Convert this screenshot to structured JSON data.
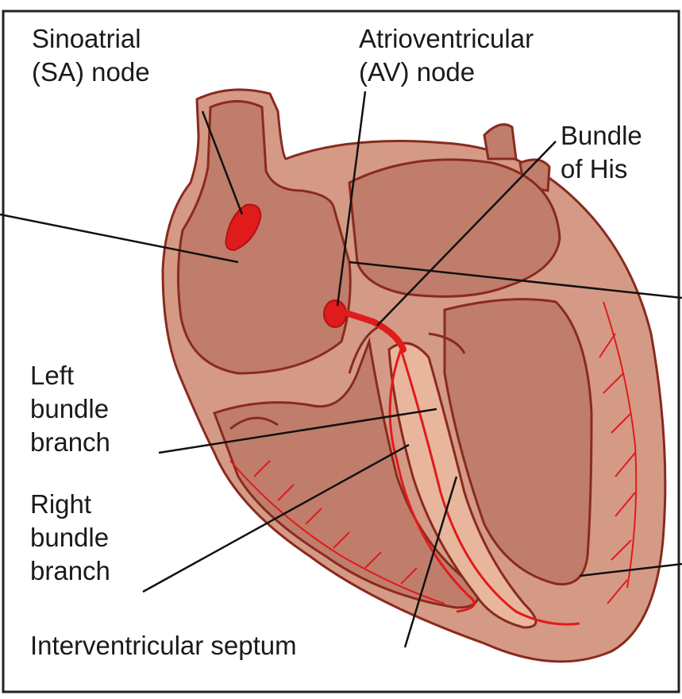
{
  "colors": {
    "tissue": "#d49a86",
    "chamber": "#c07d6b",
    "septum_light": "#e8b69c",
    "outline": "#8a2a1e",
    "conduction": "#e01b1b",
    "leader": "#111111"
  },
  "labels": {
    "sa_node": [
      "Sinoatrial",
      "(SA) node"
    ],
    "av_node": [
      "Atrioventricular",
      "(AV) node"
    ],
    "bundle_his": [
      "Bundle",
      "of His"
    ],
    "left_bundle": [
      "Left",
      "bundle",
      "branch"
    ],
    "right_bundle": [
      "Right",
      "bundle",
      "branch"
    ],
    "septum": "Interventricular septum"
  }
}
